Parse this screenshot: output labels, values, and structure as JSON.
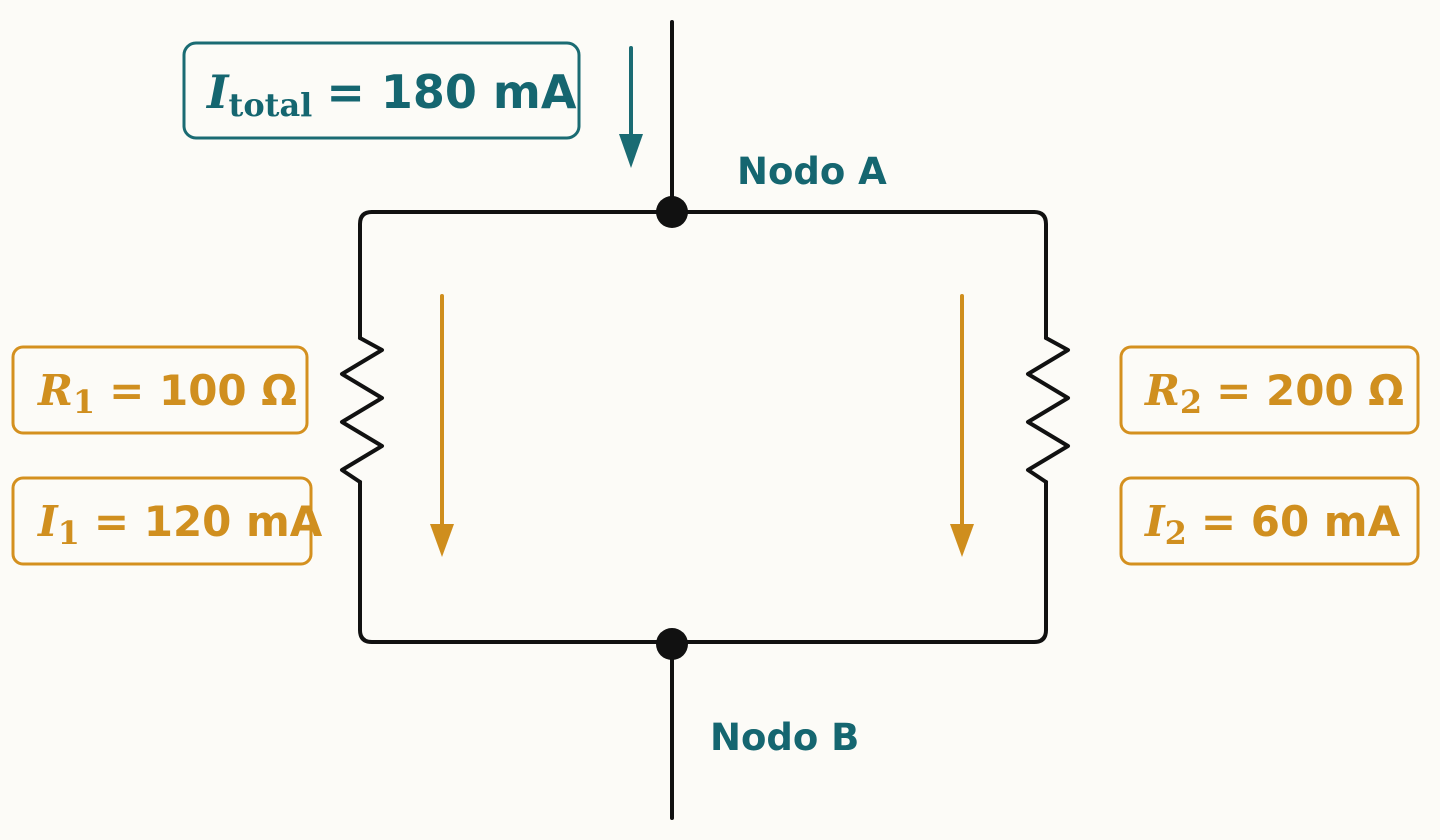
{
  "colors": {
    "teal": "#1a6b73",
    "gold": "#d4901f",
    "wire": "#111111",
    "background": "#fcfbf7"
  },
  "total_current": {
    "symbol": "I",
    "subscript": "total",
    "value": "= 180 mA"
  },
  "nodes": {
    "a_label": "Nodo A",
    "b_label": "Nodo B"
  },
  "branch_left": {
    "resistor": {
      "symbol": "R",
      "subscript": "1",
      "value": "= 100 Ω"
    },
    "current": {
      "symbol": "I",
      "subscript": "1",
      "value": "= 120 mA"
    }
  },
  "branch_right": {
    "resistor": {
      "symbol": "R",
      "subscript": "2",
      "value": "= 200 Ω"
    },
    "current": {
      "symbol": "I",
      "subscript": "2",
      "value": "= 60 mA"
    }
  }
}
